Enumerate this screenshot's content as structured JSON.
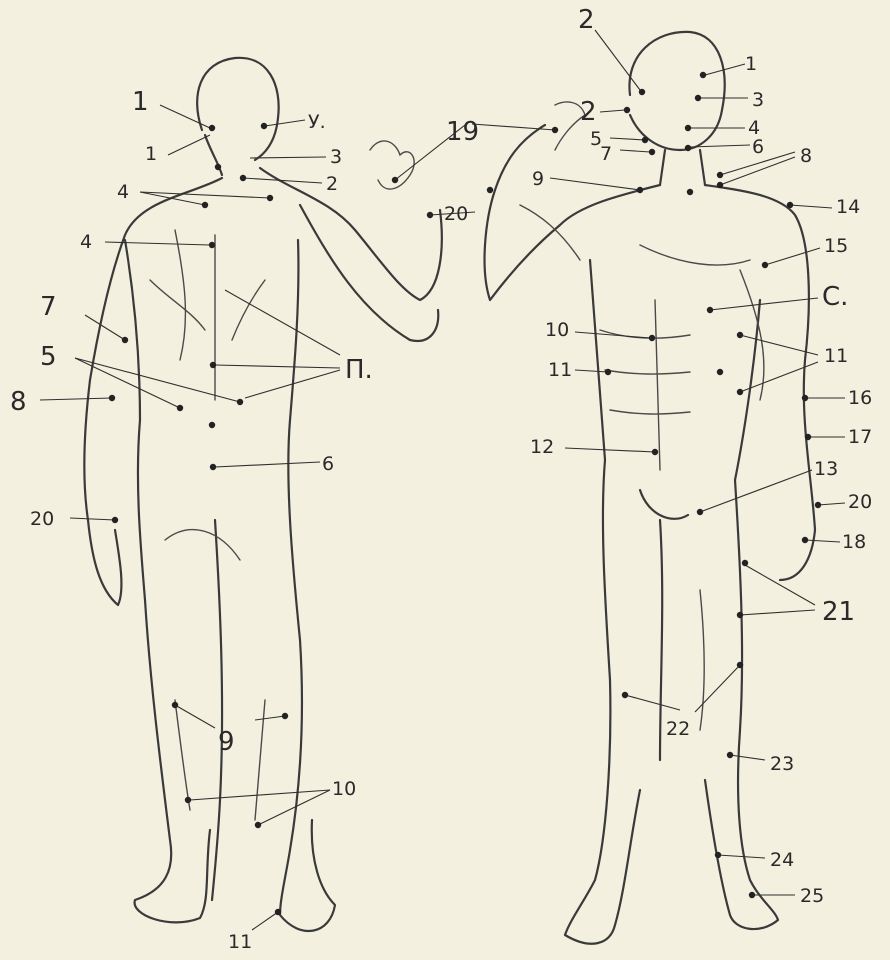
{
  "labels": {
    "back_1_big": "1",
    "back_y": "У.",
    "back_1": "1",
    "back_3": "3",
    "back_2": "2",
    "back_4_a": "4",
    "back_4_b": "4",
    "back_7": "7",
    "back_5": "5",
    "back_P": "П.",
    "back_8": "8",
    "back_6": "6",
    "back_20": "20",
    "back_9": "9",
    "back_10": "10",
    "back_11": "11",
    "mid_19": "19",
    "mid_20": "20",
    "front_2_top": "2",
    "front_1": "1",
    "front_2": "2",
    "front_3": "3",
    "front_5": "5",
    "front_4": "4",
    "front_7": "7",
    "front_6": "6",
    "front_8": "8",
    "front_9": "9",
    "front_14": "14",
    "front_15": "15",
    "front_C": "С.",
    "front_10": "10",
    "front_11_a": "11",
    "front_11_b": "11",
    "front_16": "16",
    "front_17": "17",
    "front_12": "12",
    "front_13": "13",
    "front_20": "20",
    "front_18": "18",
    "front_21": "21",
    "front_22": "22",
    "front_23": "23",
    "front_24": "24",
    "front_25": "25"
  },
  "colors": {
    "paper": "#f3f0df",
    "ink": "#2a2a2a"
  }
}
